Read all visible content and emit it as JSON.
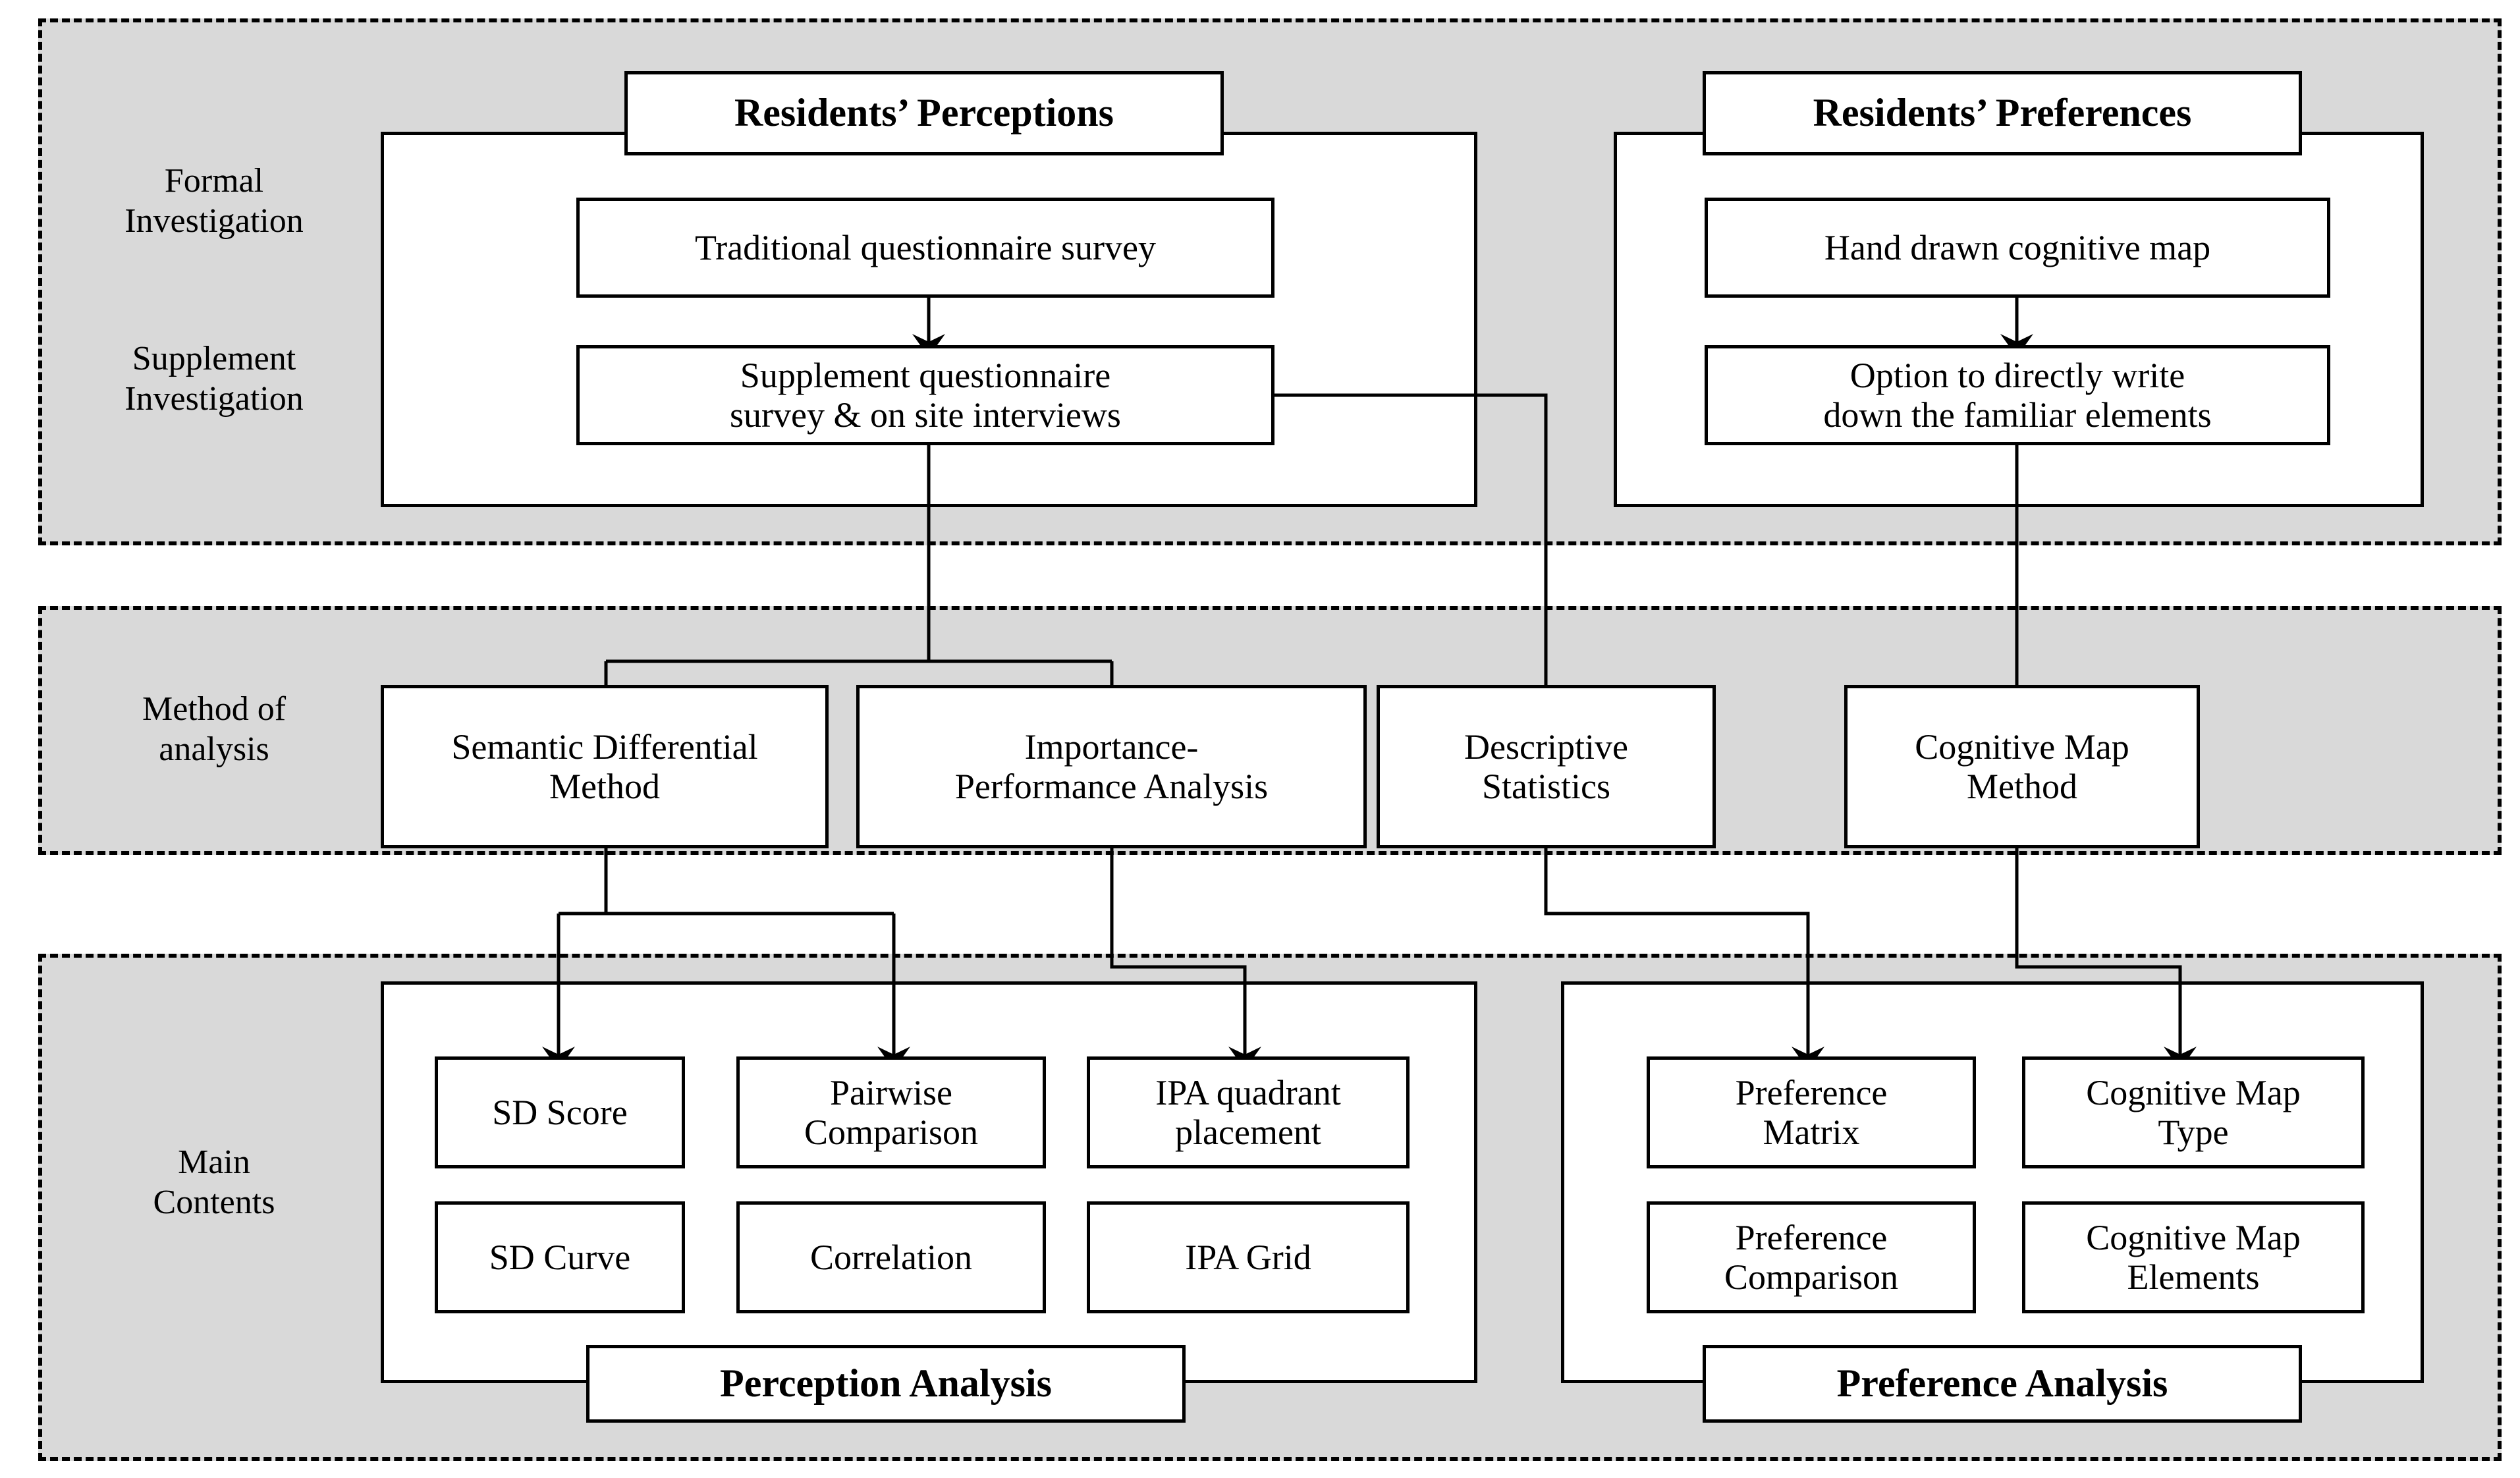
{
  "diagram": {
    "title": "Research framework flowchart",
    "background_color": "#ffffff",
    "band_fill": "#d9d9d9",
    "line_color": "#000000",
    "box_fill": "#ffffff"
  },
  "row_labels": [
    {
      "id": "formal-investigation",
      "text": "Formal\nInvestigation"
    },
    {
      "id": "supplement-investigation",
      "text": "Supplement\nInvestigation"
    },
    {
      "id": "method-of-analysis",
      "text": "Method of\nanalysis"
    },
    {
      "id": "main-contents",
      "text": "Main\nContents"
    }
  ],
  "section_one": {
    "left_group": {
      "header": "Residents’ Perceptions",
      "boxes": [
        {
          "id": "traditional-questionnaire-survey",
          "text": "Traditional questionnaire survey"
        },
        {
          "id": "supplement-questionnaire-survey",
          "text": "Supplement questionnaire\nsurvey & on site interviews"
        }
      ]
    },
    "right_group": {
      "header": "Residents’ Preferences",
      "boxes": [
        {
          "id": "hand-drawn-cognitive-map",
          "text": "Hand drawn cognitive map"
        },
        {
          "id": "option-write-familiar-elements",
          "text": "Option to directly write\ndown the familiar elements"
        }
      ]
    }
  },
  "section_two": {
    "methods": [
      {
        "id": "semantic-differential-method",
        "text": "Semantic Differential\nMethod"
      },
      {
        "id": "importance-performance-analysis",
        "text": "Importance-\nPerformance Analysis"
      },
      {
        "id": "descriptive-statistics",
        "text": "Descriptive\nStatistics"
      },
      {
        "id": "cognitive-map-method",
        "text": "Cognitive Map\nMethod"
      }
    ]
  },
  "section_three": {
    "left_group": {
      "footer": "Perception Analysis",
      "boxes": [
        {
          "id": "sd-score",
          "text": "SD Score"
        },
        {
          "id": "pairwise-comparison",
          "text": "Pairwise\nComparison"
        },
        {
          "id": "ipa-quadrant-placement",
          "text": "IPA quadrant\nplacement"
        },
        {
          "id": "sd-curve",
          "text": "SD Curve"
        },
        {
          "id": "correlation",
          "text": "Correlation"
        },
        {
          "id": "ipa-grid",
          "text": "IPA Grid"
        }
      ]
    },
    "right_group": {
      "footer": "Preference Analysis",
      "boxes": [
        {
          "id": "preference-matrix",
          "text": "Preference\nMatrix"
        },
        {
          "id": "cognitive-map-type",
          "text": "Cognitive Map\nType"
        },
        {
          "id": "preference-comparison",
          "text": "Preference\nComparison"
        },
        {
          "id": "cognitive-map-elements",
          "text": "Cognitive Map\nElements"
        }
      ]
    }
  }
}
